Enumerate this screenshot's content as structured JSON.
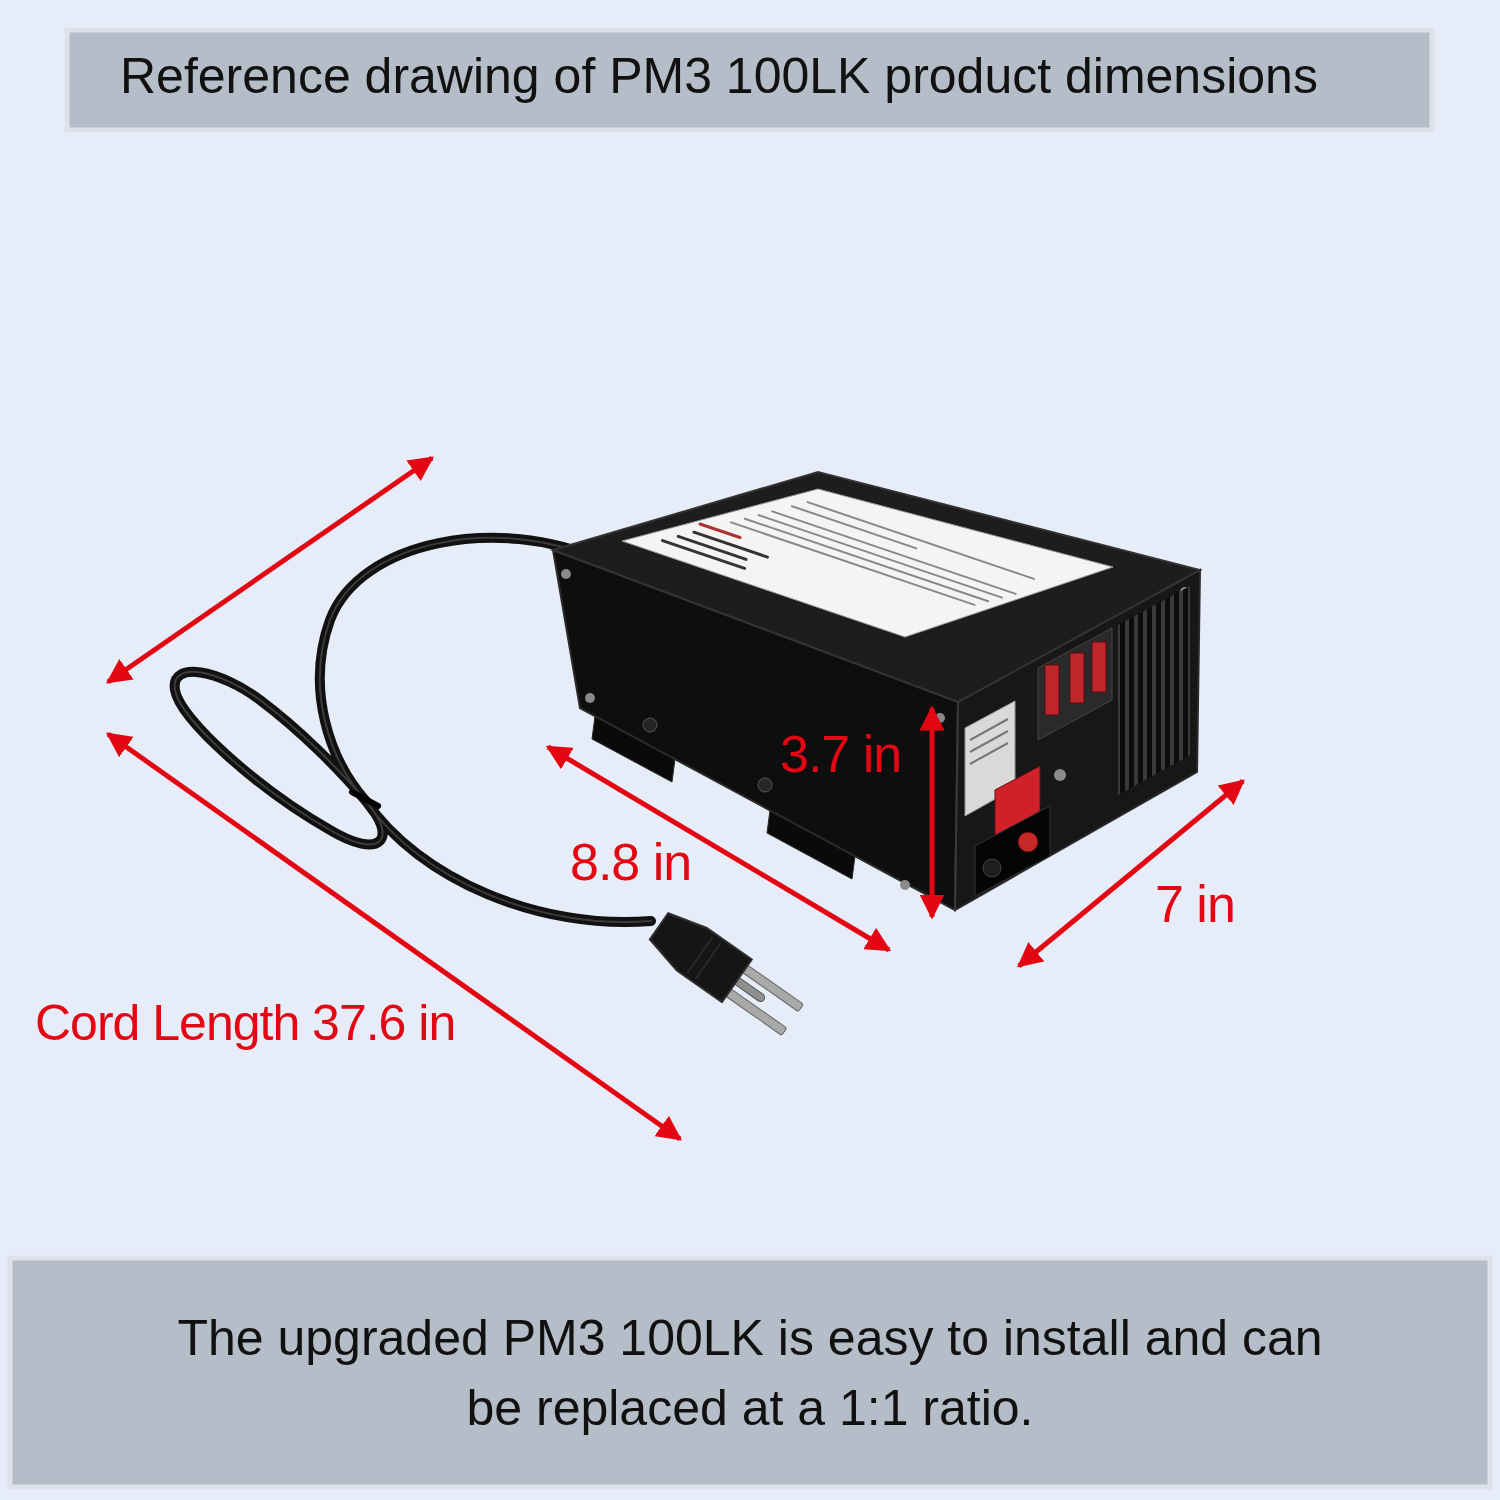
{
  "diagram": {
    "title": "Reference drawing of PM3 100LK product dimensions",
    "caption": "The upgraded PM3 100LK is easy to install and can be replaced at a 1:1 ratio.",
    "labels": [
      "3.7 in",
      "8.8 in",
      "7 in",
      "Cord Length 37.6 in"
    ]
  }
}
